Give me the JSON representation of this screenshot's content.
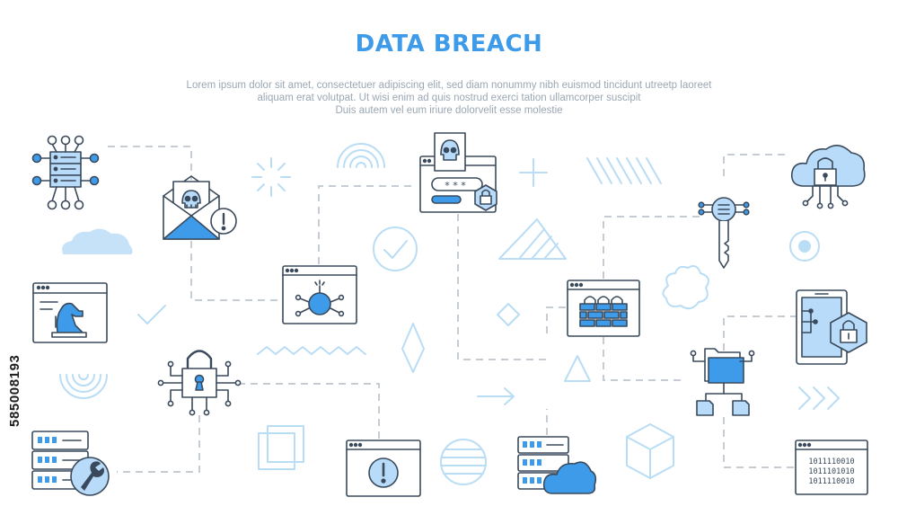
{
  "title": "DATA BREACH",
  "subtitle": [
    "Lorem ipsum dolor sit amet, consectetuer adipiscing elit, sed diam nonummy nibh euismod tincidunt utreetp laoreet",
    "aliquam erat volutpat. Ut wisi enim ad  quis nostrud exerci tation ullamcorper suscipit",
    "Duis autem vel eum iriure dolorvelit esse molestie"
  ],
  "password_mask": "* * *",
  "binary_lines": [
    "1011110010",
    "1011101010",
    "1011110010"
  ],
  "stock_id": "585008193",
  "colors": {
    "outline": "#3a4a5c",
    "accent": "#3d9bea",
    "fill_light": "#b7dbf8",
    "decor": "#b9ddf5",
    "connector": "#c6ccd3"
  },
  "icons": [
    "data-network-icon",
    "email-malware-icon",
    "password-breach-icon",
    "key-circuit-icon",
    "cloud-lock-icon",
    "trojan-horse-icon",
    "browser-bomb-icon",
    "firewall-icon",
    "mobile-lock-icon",
    "cyber-lock-icon",
    "folder-network-icon",
    "server-wrench-icon",
    "browser-alert-icon",
    "server-cloud-icon",
    "binary-code-icon"
  ]
}
